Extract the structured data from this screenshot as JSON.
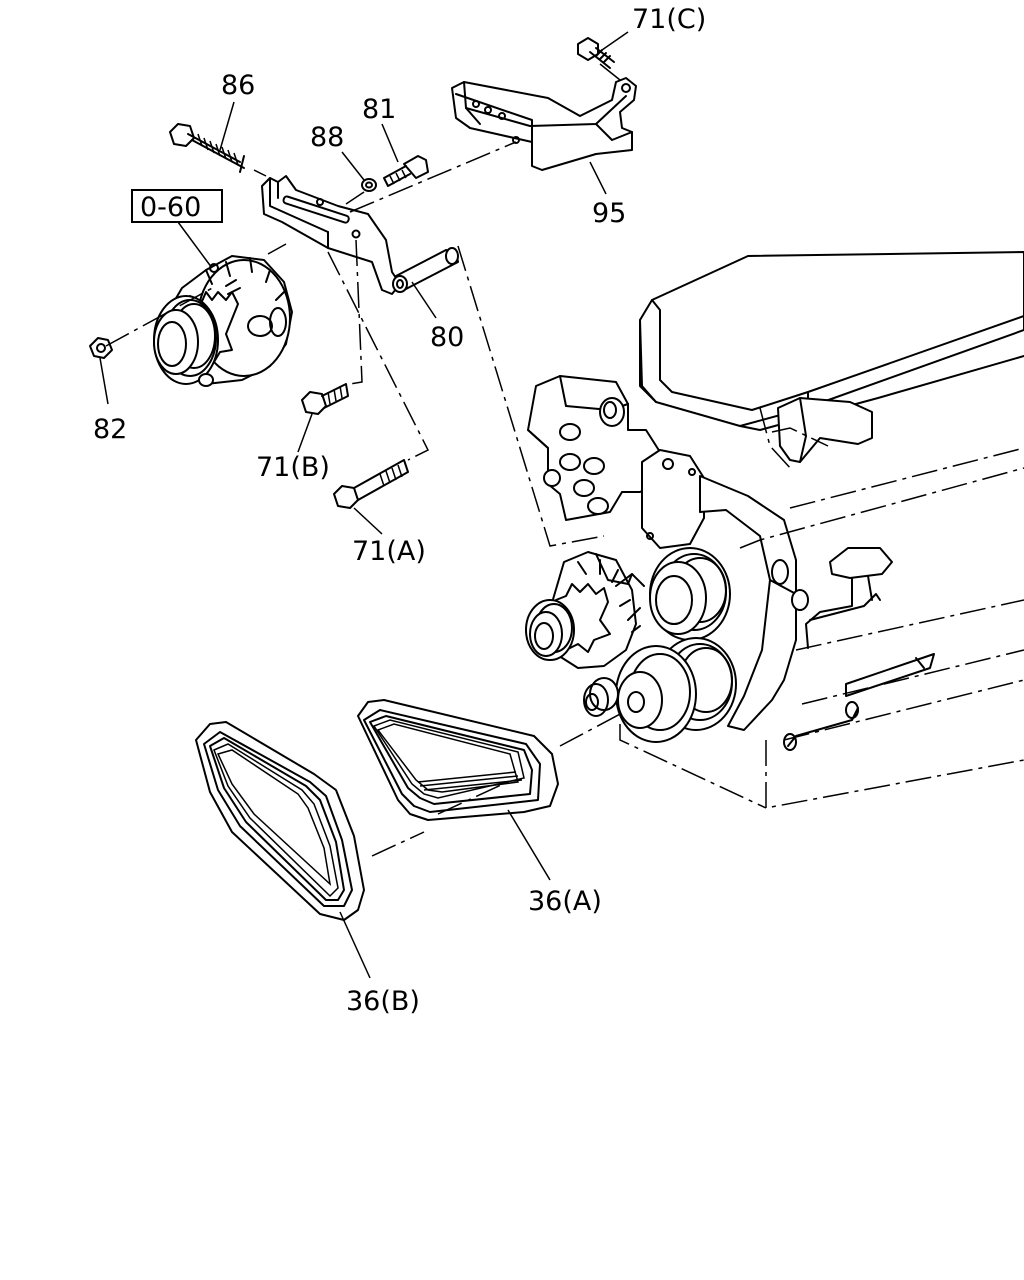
{
  "diagram": {
    "colors": {
      "ink": "#000000",
      "paper": "#ffffff"
    },
    "labels": {
      "p71c": "71(C)",
      "p86": "86",
      "p81": "81",
      "p88": "88",
      "p95": "95",
      "ref060": "0-60",
      "p80": "80",
      "p82": "82",
      "p71b": "71(B)",
      "p71a": "71(A)",
      "p36a": "36(A)",
      "p36b": "36(B)"
    }
  }
}
